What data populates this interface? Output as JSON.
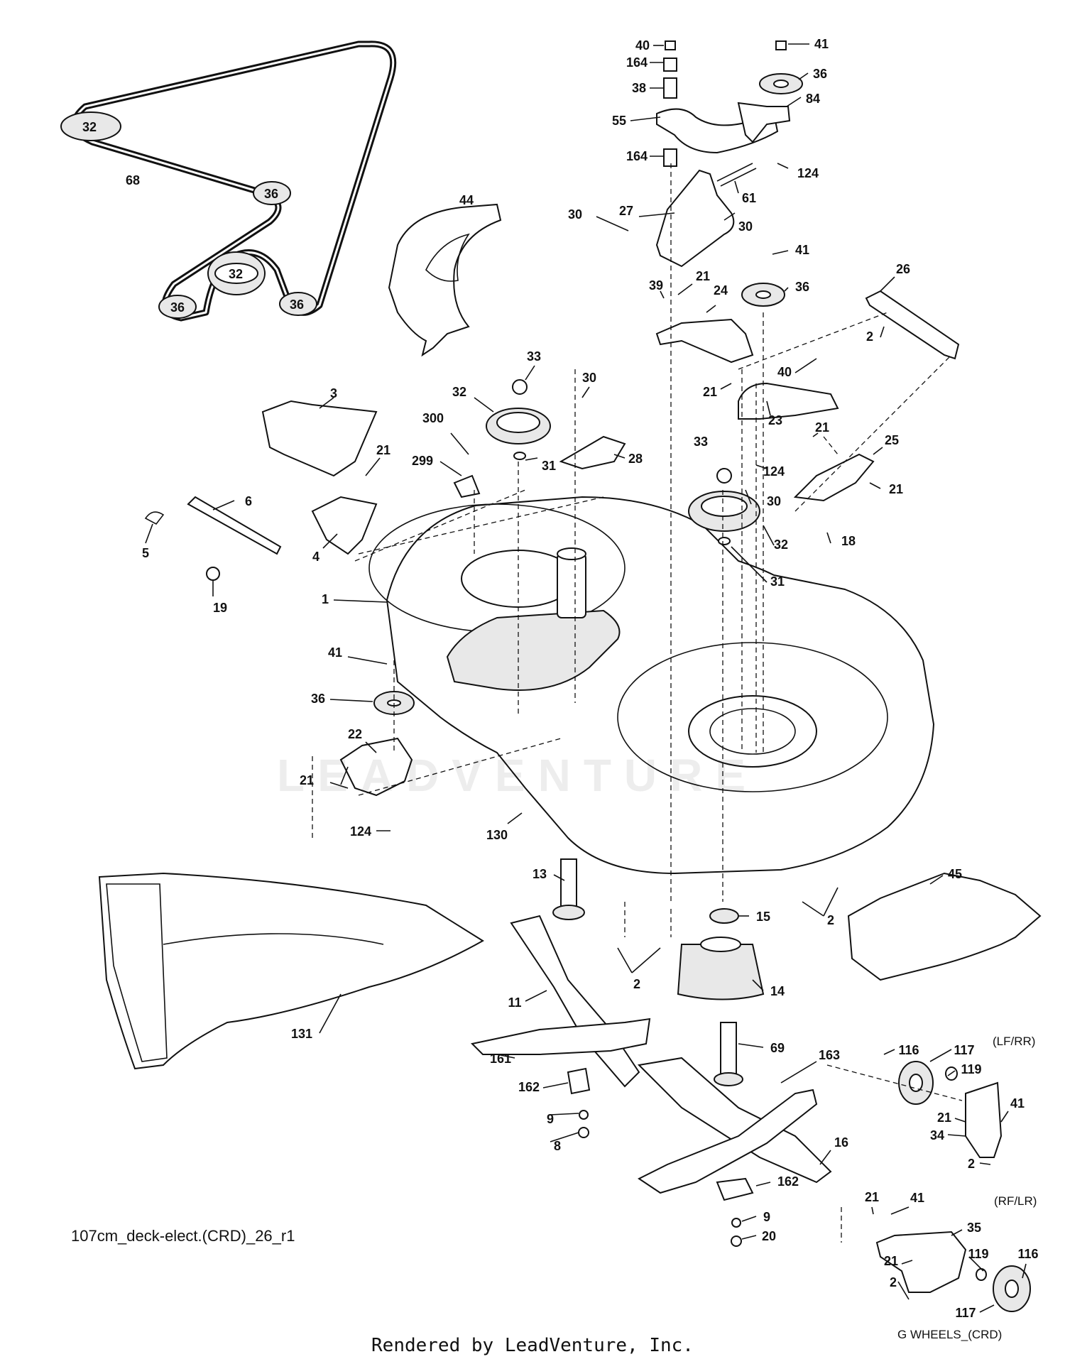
{
  "diagram": {
    "caption": "107cm_deck-elect.(CRD)_26_r1",
    "credit": "Rendered by LeadVenture, Inc.",
    "watermark": "LEADVENTURE",
    "wheel_variant_lfrr": "(LF/RR)",
    "wheel_variant_rflr": "(RF/LR)",
    "wheel_group": "G WHEELS_(CRD)"
  },
  "callouts": [
    {
      "id": "c-40a",
      "text": "40"
    },
    {
      "id": "c-164a",
      "text": "164"
    },
    {
      "id": "c-38",
      "text": "38"
    },
    {
      "id": "c-55",
      "text": "55"
    },
    {
      "id": "c-164b",
      "text": "164"
    },
    {
      "id": "c-41a",
      "text": "41"
    },
    {
      "id": "c-36a",
      "text": "36"
    },
    {
      "id": "c-84",
      "text": "84"
    },
    {
      "id": "c-124a",
      "text": "124"
    },
    {
      "id": "c-61",
      "text": "61"
    },
    {
      "id": "c-30a",
      "text": "30"
    },
    {
      "id": "c-27",
      "text": "27"
    },
    {
      "id": "c-30b",
      "text": "30"
    },
    {
      "id": "c-41b",
      "text": "41"
    },
    {
      "id": "c-39",
      "text": "39"
    },
    {
      "id": "c-21a",
      "text": "21"
    },
    {
      "id": "c-24",
      "text": "24"
    },
    {
      "id": "c-36b",
      "text": "36"
    },
    {
      "id": "c-26",
      "text": "26"
    },
    {
      "id": "c-2a",
      "text": "2"
    },
    {
      "id": "c-40b",
      "text": "40"
    },
    {
      "id": "c-21b",
      "text": "21"
    },
    {
      "id": "c-23",
      "text": "23"
    },
    {
      "id": "c-21c",
      "text": "21"
    },
    {
      "id": "c-25",
      "text": "25"
    },
    {
      "id": "c-124b",
      "text": "124"
    },
    {
      "id": "c-33a",
      "text": "33"
    },
    {
      "id": "c-30c",
      "text": "30"
    },
    {
      "id": "c-21d",
      "text": "21"
    },
    {
      "id": "c-18",
      "text": "18"
    },
    {
      "id": "c-32a",
      "text": "32"
    },
    {
      "id": "c-31a",
      "text": "31"
    },
    {
      "id": "c-68",
      "text": "68"
    },
    {
      "id": "c-44",
      "text": "44"
    },
    {
      "id": "c-33b",
      "text": "33"
    },
    {
      "id": "c-32b",
      "text": "32"
    },
    {
      "id": "c-30d",
      "text": "30"
    },
    {
      "id": "c-300",
      "text": "300"
    },
    {
      "id": "c-299",
      "text": "299"
    },
    {
      "id": "c-31b",
      "text": "31"
    },
    {
      "id": "c-28",
      "text": "28"
    },
    {
      "id": "c-3",
      "text": "3"
    },
    {
      "id": "c-21e",
      "text": "21"
    },
    {
      "id": "c-6",
      "text": "6"
    },
    {
      "id": "c-5",
      "text": "5"
    },
    {
      "id": "c-4",
      "text": "4"
    },
    {
      "id": "c-19",
      "text": "19"
    },
    {
      "id": "c-1",
      "text": "1"
    },
    {
      "id": "c-41c",
      "text": "41"
    },
    {
      "id": "c-36c",
      "text": "36"
    },
    {
      "id": "c-22",
      "text": "22"
    },
    {
      "id": "c-21f",
      "text": "21"
    },
    {
      "id": "c-124c",
      "text": "124"
    },
    {
      "id": "c-130",
      "text": "130"
    },
    {
      "id": "c-13",
      "text": "13"
    },
    {
      "id": "c-45",
      "text": "45"
    },
    {
      "id": "c-2b",
      "text": "2"
    },
    {
      "id": "c-15",
      "text": "15"
    },
    {
      "id": "c-2c",
      "text": "2"
    },
    {
      "id": "c-14",
      "text": "14"
    },
    {
      "id": "c-11",
      "text": "11"
    },
    {
      "id": "c-131",
      "text": "131"
    },
    {
      "id": "c-69",
      "text": "69"
    },
    {
      "id": "c-161",
      "text": "161"
    },
    {
      "id": "c-162a",
      "text": "162"
    },
    {
      "id": "c-163",
      "text": "163"
    },
    {
      "id": "c-9a",
      "text": "9"
    },
    {
      "id": "c-8",
      "text": "8"
    },
    {
      "id": "c-16",
      "text": "16"
    },
    {
      "id": "c-162b",
      "text": "162"
    },
    {
      "id": "c-9b",
      "text": "9"
    },
    {
      "id": "c-20",
      "text": "20"
    },
    {
      "id": "c-116a",
      "text": "116"
    },
    {
      "id": "c-117a",
      "text": "117"
    },
    {
      "id": "c-119a",
      "text": "119"
    },
    {
      "id": "c-21g",
      "text": "21"
    },
    {
      "id": "c-34",
      "text": "34"
    },
    {
      "id": "c-41d",
      "text": "41"
    },
    {
      "id": "c-2d",
      "text": "2"
    },
    {
      "id": "c-21h",
      "text": "21"
    },
    {
      "id": "c-41e",
      "text": "41"
    },
    {
      "id": "c-35",
      "text": "35"
    },
    {
      "id": "c-21i",
      "text": "21"
    },
    {
      "id": "c-119b",
      "text": "119"
    },
    {
      "id": "c-116b",
      "text": "116"
    },
    {
      "id": "c-2e",
      "text": "2"
    },
    {
      "id": "c-117b",
      "text": "117"
    }
  ],
  "belt_pulleys": [
    {
      "id": "p1",
      "text": "32"
    },
    {
      "id": "p2",
      "text": "36"
    },
    {
      "id": "p3",
      "text": "32"
    },
    {
      "id": "p4",
      "text": "36"
    },
    {
      "id": "p5",
      "text": "36"
    }
  ]
}
